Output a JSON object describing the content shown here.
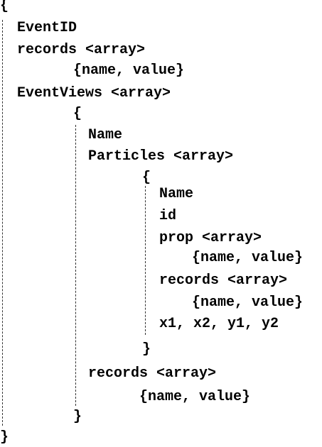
{
  "lines": {
    "open_root": "{",
    "event_id": "EventID",
    "records_1": "records <array>",
    "records_1_item": "{name, value}",
    "event_views": "EventViews <array>",
    "open_view": "{",
    "view_name": "Name",
    "particles": "Particles <array>",
    "open_particle": "{",
    "particle_name": "Name",
    "particle_id": "id",
    "prop": "prop <array>",
    "prop_item": "{name, value}",
    "records_2": "records <array>",
    "records_2_item": "{name, value}",
    "coords": "x1, x2, y1, y2",
    "close_particle": "}",
    "records_3": "records <array>",
    "records_3_item": "{name, value}",
    "close_view": "}",
    "close_root": "}"
  }
}
